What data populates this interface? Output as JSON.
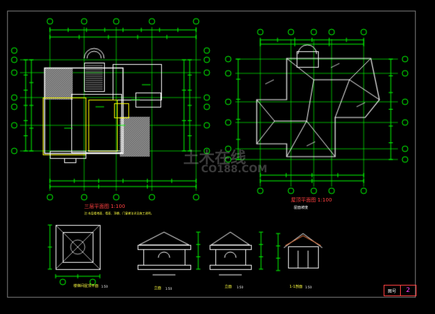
{
  "drawings": {
    "floor_plan": {
      "title": "三层平面图 1:100",
      "note": "注:本层楼地面、墙面、顶棚、门窗做法详见施工说明。"
    },
    "roof_plan": {
      "title": "屋顶平面图 1:100",
      "subtitle": "屋面坡度"
    },
    "detail_views": [
      {
        "label": "楼梯间屋顶平面",
        "scale": "1:50"
      },
      {
        "label": "立面",
        "scale": "1:50"
      },
      {
        "label": "立面",
        "scale": "1:50"
      },
      {
        "label": "1-1剖面",
        "scale": "1:50"
      }
    ]
  },
  "watermark": {
    "brand": "土木在线",
    "url": "CO188.COM"
  },
  "title_block": {
    "label": "图号",
    "number": "2"
  },
  "colors": {
    "background": "#000000",
    "green": "#00ff00",
    "white": "#ffffff",
    "yellow": "#ffff00",
    "red": "#ff4040",
    "magenta": "#ff40ff"
  }
}
